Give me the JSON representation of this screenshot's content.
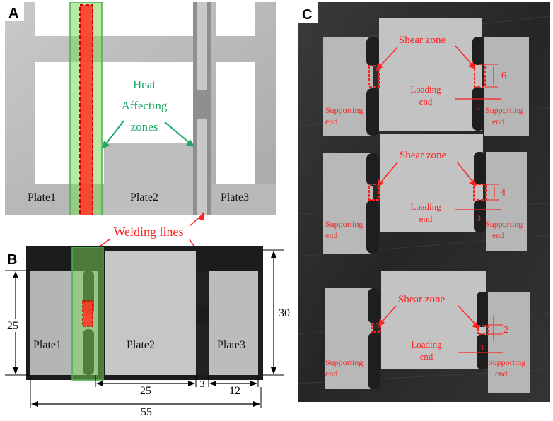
{
  "panel_a": {
    "letter": "A",
    "heat_label": [
      "Heat",
      "Affecting",
      "zones"
    ],
    "plate_labels": [
      "Plate1",
      "Plate2",
      "Plate3"
    ]
  },
  "welding_label": "Welding lines",
  "panel_b": {
    "letter": "B",
    "plate_labels": [
      "Plate1",
      "Plate2",
      "Plate3"
    ],
    "dims": {
      "height_left": "25",
      "height_right": "30",
      "w25": "25",
      "w3": "3",
      "w12": "12",
      "w55": "55"
    }
  },
  "panel_c": {
    "letter": "C",
    "specimens": [
      {
        "shear": "Shear zone",
        "loading": [
          "Loading",
          "end"
        ],
        "dim": "6",
        "notch": "3",
        "support_left": [
          "Supporting",
          "end"
        ],
        "support_right": [
          "Supporting",
          "end"
        ]
      },
      {
        "shear": "Shear zone",
        "loading": [
          "Loading",
          "end"
        ],
        "dim": "4",
        "notch": "3",
        "support_left": [
          "Supporting",
          "end"
        ],
        "support_right": [
          "Supporting",
          "end"
        ]
      },
      {
        "shear": "Shear zone",
        "loading": [
          "Loading",
          "end"
        ],
        "dim": "2",
        "notch": "3",
        "support_left": [
          "Supporting",
          "end"
        ],
        "support_right": [
          "Supporting",
          "end"
        ]
      }
    ]
  },
  "colors": {
    "green": "#1aa865",
    "red": "#ff2020",
    "weld": "#ff3b2a",
    "haz_fill": "#7ed957",
    "dark_bg": "#2d2d2d",
    "metal": "#bdbdbd"
  }
}
